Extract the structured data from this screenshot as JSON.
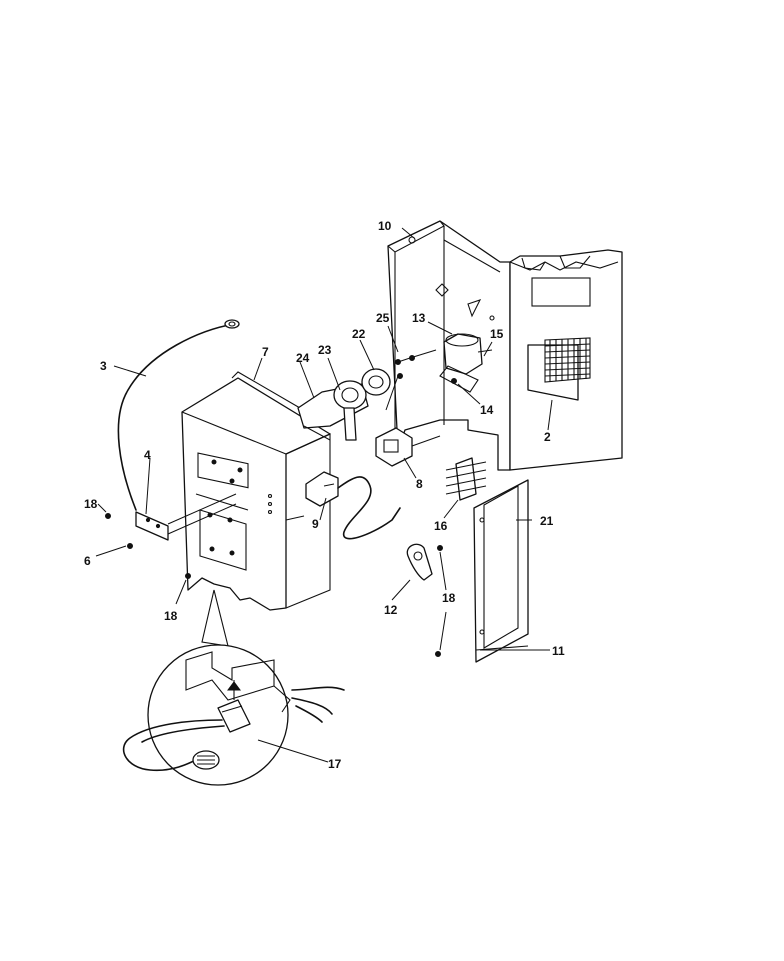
{
  "diagram": {
    "callouts": [
      {
        "id": "c2",
        "label": "2"
      },
      {
        "id": "c3",
        "label": "3"
      },
      {
        "id": "c4",
        "label": "4"
      },
      {
        "id": "c6",
        "label": "6"
      },
      {
        "id": "c7",
        "label": "7"
      },
      {
        "id": "c8",
        "label": "8"
      },
      {
        "id": "c9",
        "label": "9"
      },
      {
        "id": "c10",
        "label": "10"
      },
      {
        "id": "c11",
        "label": "11"
      },
      {
        "id": "c12",
        "label": "12"
      },
      {
        "id": "c13",
        "label": "13"
      },
      {
        "id": "c14",
        "label": "14"
      },
      {
        "id": "c15",
        "label": "15"
      },
      {
        "id": "c16",
        "label": "16"
      },
      {
        "id": "c17",
        "label": "17"
      },
      {
        "id": "c18a",
        "label": "18"
      },
      {
        "id": "c18b",
        "label": "18"
      },
      {
        "id": "c18c",
        "label": "18"
      },
      {
        "id": "c21",
        "label": "21"
      },
      {
        "id": "c22",
        "label": "22"
      },
      {
        "id": "c23",
        "label": "23"
      },
      {
        "id": "c24",
        "label": "24"
      },
      {
        "id": "c25",
        "label": "25"
      }
    ]
  }
}
